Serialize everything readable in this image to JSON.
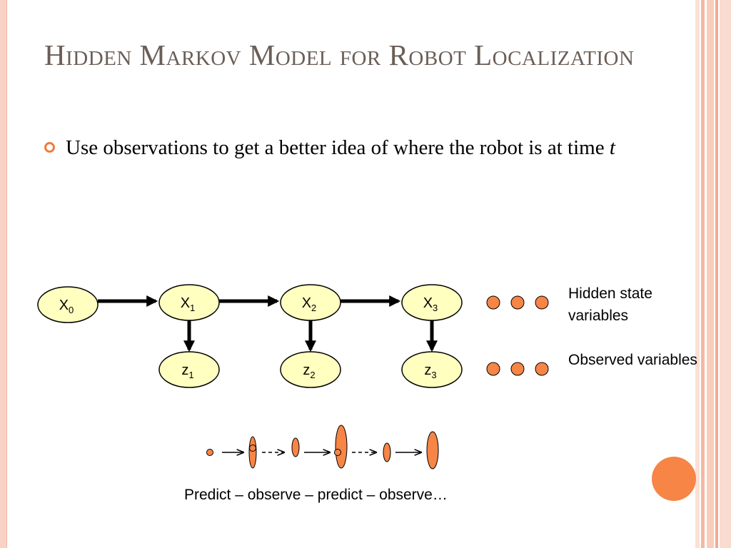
{
  "slide": {
    "title": "Hidden Markov Model for Robot Localization",
    "bullet": {
      "text_before": "Use observations to get a better idea of where the robot is at time ",
      "italic_var": "t"
    }
  },
  "diagram": {
    "hidden_nodes": [
      {
        "base": "X",
        "sub": "0"
      },
      {
        "base": "X",
        "sub": "1"
      },
      {
        "base": "X",
        "sub": "2"
      },
      {
        "base": "X",
        "sub": "3"
      }
    ],
    "observed_nodes": [
      {
        "base": "z",
        "sub": "1"
      },
      {
        "base": "z",
        "sub": "2"
      },
      {
        "base": "z",
        "sub": "3"
      }
    ],
    "hidden_label": "Hidden state variables",
    "observed_label": "Observed variables",
    "caption": "Predict – observe – predict – observe…"
  },
  "colors": {
    "node_fill": "#ffffc0",
    "dot_orange": "#f68546",
    "title_text": "#6b5e57",
    "accent": "#f27b3c"
  }
}
